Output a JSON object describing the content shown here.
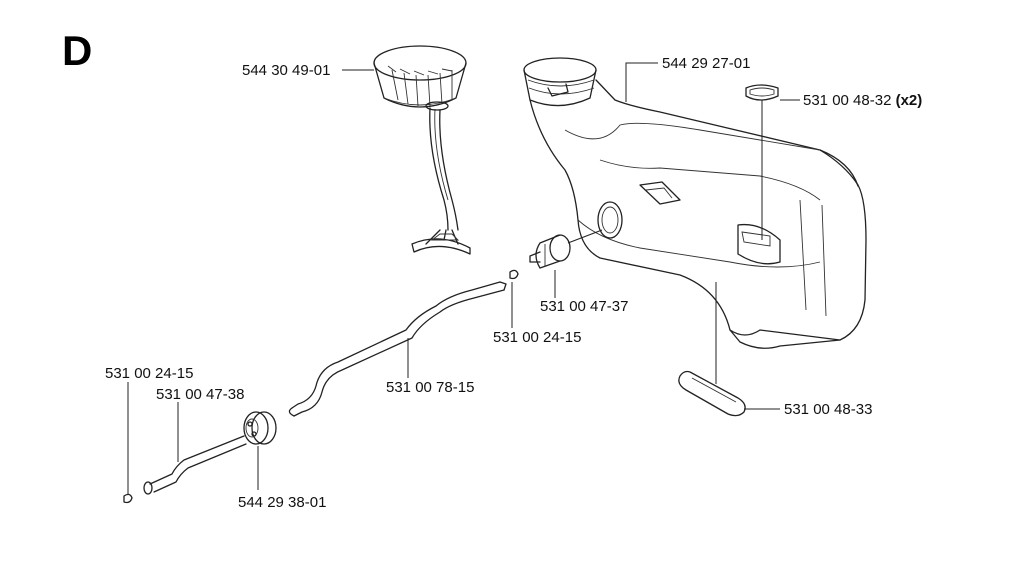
{
  "diagram": {
    "section_letter": "D",
    "parts": [
      {
        "id": "cap_filter",
        "number": "544 30 49-01",
        "quantity": ""
      },
      {
        "id": "fuel_tank",
        "number": "544 29 27-01",
        "quantity": ""
      },
      {
        "id": "damper_top",
        "number": "531 00 48-32",
        "quantity": "(x2)"
      },
      {
        "id": "fuel_filter",
        "number": "531 00 47-37",
        "quantity": ""
      },
      {
        "id": "clip_inner",
        "number": "531 00 24-15",
        "quantity": ""
      },
      {
        "id": "fuel_hose",
        "number": "531 00 78-15",
        "quantity": ""
      },
      {
        "id": "damper_bottom",
        "number": "531 00 48-33",
        "quantity": ""
      },
      {
        "id": "clip_outer",
        "number": "531 00 24-15",
        "quantity": ""
      },
      {
        "id": "hose_end",
        "number": "531 00 47-38",
        "quantity": ""
      },
      {
        "id": "grommet",
        "number": "544 29 38-01",
        "quantity": ""
      }
    ]
  },
  "colors": {
    "line": "#222222",
    "text": "#111111",
    "background": "#ffffff"
  }
}
